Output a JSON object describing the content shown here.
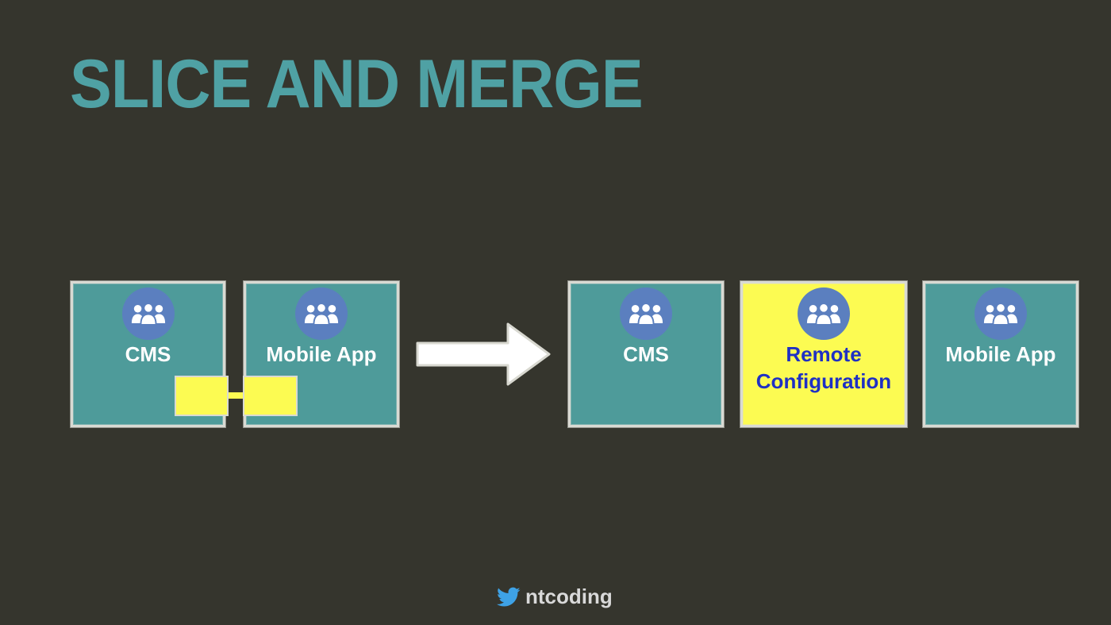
{
  "slide": {
    "title": "SLICE AND MERGE",
    "before": [
      {
        "label": "CMS",
        "icon": "team-icon"
      },
      {
        "label": "Mobile App",
        "icon": "team-icon"
      }
    ],
    "after": [
      {
        "label": "CMS",
        "icon": "team-icon"
      },
      {
        "label_line1": "Remote",
        "label_line2": "Configuration",
        "icon": "team-icon"
      },
      {
        "label": "Mobile App",
        "icon": "team-icon"
      }
    ],
    "footer": {
      "handle": "ntcoding",
      "icon": "twitter-bird-icon"
    }
  },
  "colors": {
    "background": "#35352d",
    "title": "#4fa1a4",
    "teal_box": "#4e9b9a",
    "highlight_yellow": "#fcfb52",
    "badge": "#5b7fbf",
    "remote_label": "#1f30c4"
  }
}
